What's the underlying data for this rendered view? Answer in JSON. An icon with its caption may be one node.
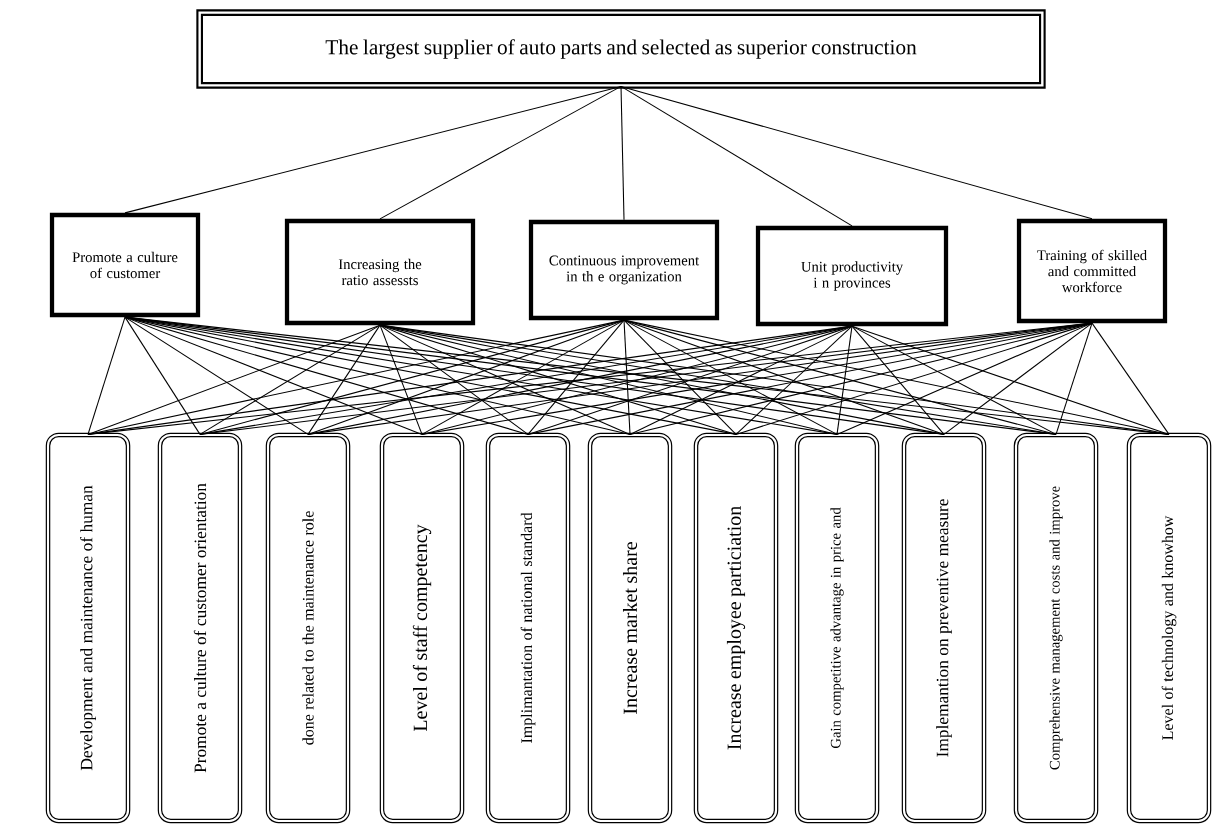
{
  "diagram": {
    "nodes": [
      {
        "text": [
          "The largest supplier of auto parts and selected as superior construction"
        ]
      },
      {
        "text": [
          "Promote a culture of customer"
        ]
      },
      {
        "text": [
          "Increasing the ratio assessts"
        ]
      },
      {
        "text": [
          "Continuous improvement in th e organization"
        ]
      },
      {
        "text": [
          "Unit productivity i n provinces"
        ]
      },
      {
        "text": [
          "Training of skilled and committed workforce"
        ]
      },
      {
        "text": [
          "Development  and maintenance  of human"
        ]
      },
      {
        "text": [
          "Promote a culture  of customer orientation"
        ]
      },
      {
        "text": [
          "done related to the maintenance role"
        ]
      },
      {
        "text": [
          "Level of staff competency"
        ]
      },
      {
        "text": [
          "Implimantation of national standard"
        ]
      },
      {
        "text": [
          "Increase market share"
        ]
      },
      {
        "text": [
          "Increase employee particiation"
        ]
      },
      {
        "text": [
          "Gain competitive advantage in price and"
        ]
      },
      {
        "text": [
          "Implemantion on preventive  measure"
        ]
      },
      {
        "text": [
          "Comprehensive management costs and improve"
        ]
      },
      {
        "text": [
          "Level of technology and knowhow"
        ]
      }
    ],
    "edges": [
      {
        "from": 0,
        "to": 1,
        "arrow": "none"
      },
      {
        "from": 0,
        "to": 2,
        "arrow": "none"
      },
      {
        "from": 0,
        "to": 3,
        "arrow": "none"
      },
      {
        "from": 0,
        "to": 4,
        "arrow": "none"
      },
      {
        "from": 0,
        "to": 5,
        "arrow": "none"
      },
      {
        "from": 1,
        "to": 6,
        "arrow": "none"
      },
      {
        "from": 1,
        "to": 7,
        "arrow": "none"
      },
      {
        "from": 1,
        "to": 8,
        "arrow": "none"
      },
      {
        "from": 1,
        "to": 9,
        "arrow": "none"
      },
      {
        "from": 1,
        "to": 10,
        "arrow": "none"
      },
      {
        "from": 1,
        "to": 11,
        "arrow": "none"
      },
      {
        "from": 1,
        "to": 12,
        "arrow": "none"
      },
      {
        "from": 1,
        "to": 13,
        "arrow": "none"
      },
      {
        "from": 1,
        "to": 14,
        "arrow": "none"
      },
      {
        "from": 1,
        "to": 15,
        "arrow": "none"
      },
      {
        "from": 1,
        "to": 16,
        "arrow": "none"
      },
      {
        "from": 2,
        "to": 6,
        "arrow": "none"
      },
      {
        "from": 2,
        "to": 7,
        "arrow": "none"
      },
      {
        "from": 2,
        "to": 8,
        "arrow": "none"
      },
      {
        "from": 2,
        "to": 9,
        "arrow": "none"
      },
      {
        "from": 2,
        "to": 10,
        "arrow": "none"
      },
      {
        "from": 2,
        "to": 11,
        "arrow": "none"
      },
      {
        "from": 2,
        "to": 12,
        "arrow": "none"
      },
      {
        "from": 2,
        "to": 13,
        "arrow": "none"
      },
      {
        "from": 2,
        "to": 14,
        "arrow": "none"
      },
      {
        "from": 2,
        "to": 15,
        "arrow": "none"
      },
      {
        "from": 2,
        "to": 16,
        "arrow": "none"
      },
      {
        "from": 3,
        "to": 6,
        "arrow": "none"
      },
      {
        "from": 3,
        "to": 7,
        "arrow": "none"
      },
      {
        "from": 3,
        "to": 8,
        "arrow": "none"
      },
      {
        "from": 3,
        "to": 9,
        "arrow": "none"
      },
      {
        "from": 3,
        "to": 10,
        "arrow": "none"
      },
      {
        "from": 3,
        "to": 11,
        "arrow": "none"
      },
      {
        "from": 3,
        "to": 12,
        "arrow": "none"
      },
      {
        "from": 3,
        "to": 13,
        "arrow": "none"
      },
      {
        "from": 3,
        "to": 14,
        "arrow": "none"
      },
      {
        "from": 3,
        "to": 15,
        "arrow": "none"
      },
      {
        "from": 3,
        "to": 16,
        "arrow": "none"
      },
      {
        "from": 4,
        "to": 6,
        "arrow": "none"
      },
      {
        "from": 4,
        "to": 7,
        "arrow": "none"
      },
      {
        "from": 4,
        "to": 8,
        "arrow": "none"
      },
      {
        "from": 4,
        "to": 9,
        "arrow": "none"
      },
      {
        "from": 4,
        "to": 10,
        "arrow": "none"
      },
      {
        "from": 4,
        "to": 11,
        "arrow": "none"
      },
      {
        "from": 4,
        "to": 12,
        "arrow": "none"
      },
      {
        "from": 4,
        "to": 13,
        "arrow": "none"
      },
      {
        "from": 4,
        "to": 14,
        "arrow": "none"
      },
      {
        "from": 4,
        "to": 15,
        "arrow": "none"
      },
      {
        "from": 4,
        "to": 16,
        "arrow": "none"
      },
      {
        "from": 5,
        "to": 6,
        "arrow": "none"
      },
      {
        "from": 5,
        "to": 7,
        "arrow": "none"
      },
      {
        "from": 5,
        "to": 8,
        "arrow": "none"
      },
      {
        "from": 5,
        "to": 9,
        "arrow": "none"
      },
      {
        "from": 5,
        "to": 10,
        "arrow": "none"
      },
      {
        "from": 5,
        "to": 11,
        "arrow": "none"
      },
      {
        "from": 5,
        "to": 12,
        "arrow": "none"
      },
      {
        "from": 5,
        "to": 13,
        "arrow": "none"
      },
      {
        "from": 5,
        "to": 14,
        "arrow": "none"
      },
      {
        "from": 5,
        "to": 15,
        "arrow": "none"
      },
      {
        "from": 5,
        "to": 16,
        "arrow": "none"
      }
    ]
  }
}
